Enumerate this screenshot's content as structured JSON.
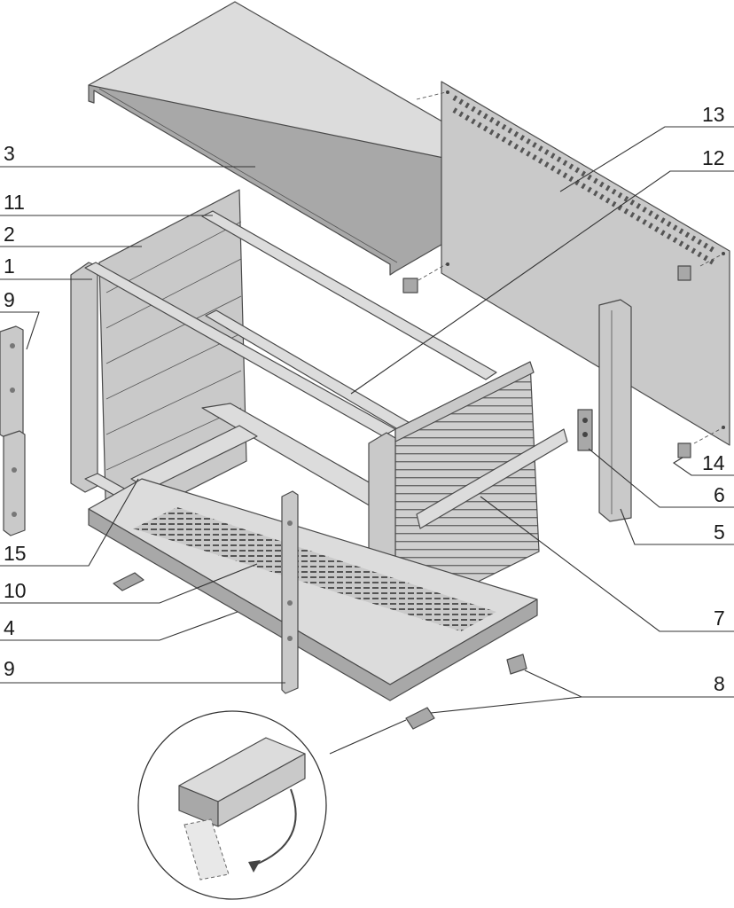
{
  "callouts": {
    "c3": "3",
    "c11": "11",
    "c2": "2",
    "c1": "1",
    "c9_top": "9",
    "c15": "15",
    "c10": "10",
    "c4": "4",
    "c9_bottom": "9",
    "c13": "13",
    "c12": "12",
    "c14": "14",
    "c6": "6",
    "c5": "5",
    "c7": "7",
    "c8": "8"
  }
}
